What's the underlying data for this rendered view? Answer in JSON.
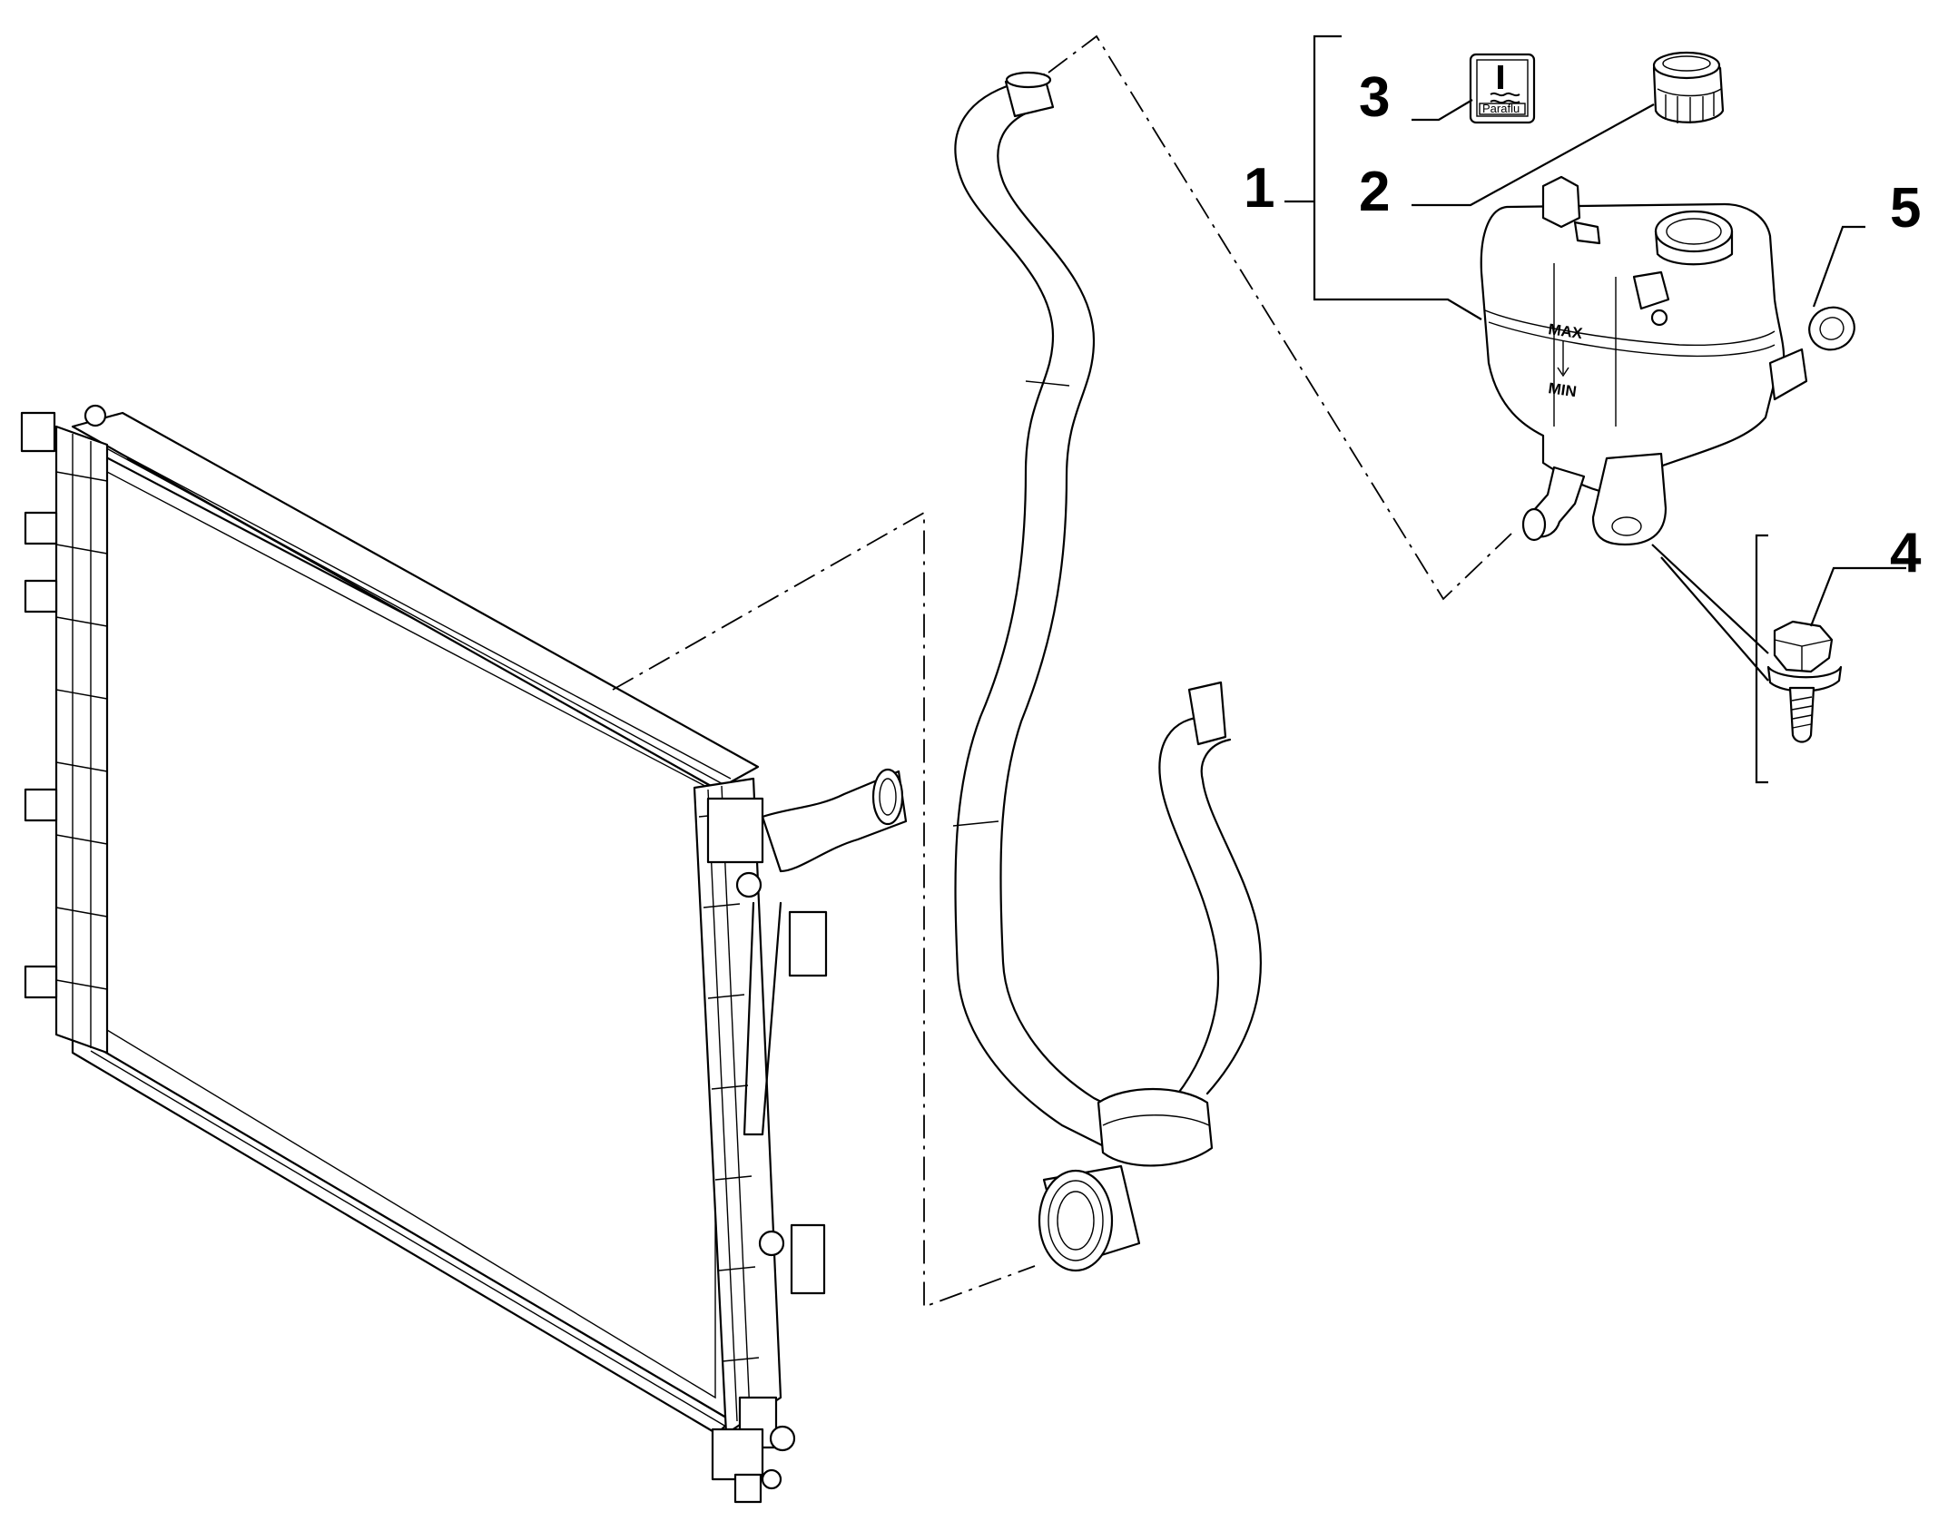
{
  "callouts": {
    "n1": "1",
    "n2": "2",
    "n3": "3",
    "n4": "4",
    "n5": "5"
  },
  "tank_marks": {
    "max": "MAX",
    "min": "MIN"
  },
  "label_text": "Paraflu"
}
